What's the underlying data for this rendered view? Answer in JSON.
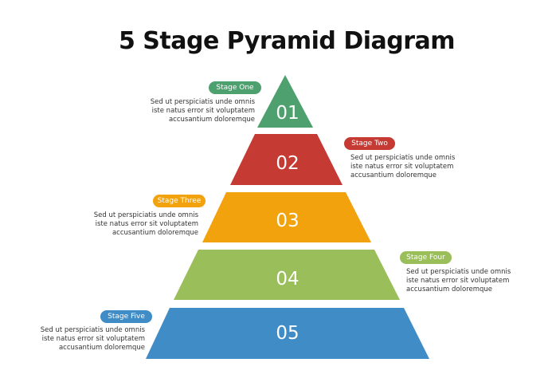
{
  "title": "5 Stage Pyramid Diagram",
  "stages": [
    {
      "number": "01",
      "label": "Stage One",
      "color": "#4fa06f",
      "text": [
        "Sed ut perspiciatis unde omnis",
        "iste natus error sit voluptatem",
        "accusantium doloremque"
      ]
    },
    {
      "number": "02",
      "label": "Stage Two",
      "color": "#c53a33",
      "text": [
        "Sed ut perspiciatis unde omnis",
        "iste natus error sit voluptatem",
        "accusantium doloremque"
      ]
    },
    {
      "number": "03",
      "label": "Stage Three",
      "color": "#f2a20d",
      "text": [
        "Sed ut perspiciatis unde omnis",
        "iste natus error sit voluptatem",
        "accusantium doloremque"
      ]
    },
    {
      "number": "04",
      "label": "Stage Four",
      "color": "#9abe5a",
      "text": [
        "Sed ut perspiciatis unde omnis",
        "iste natus error sit voluptatem",
        "accusantium doloremque"
      ]
    },
    {
      "number": "05",
      "label": "Stage Five",
      "color": "#3f8cc6",
      "text": [
        "Sed ut perspiciatis unde omnis",
        "iste natus error sit voluptatem",
        "accusantium doloremque"
      ]
    }
  ]
}
